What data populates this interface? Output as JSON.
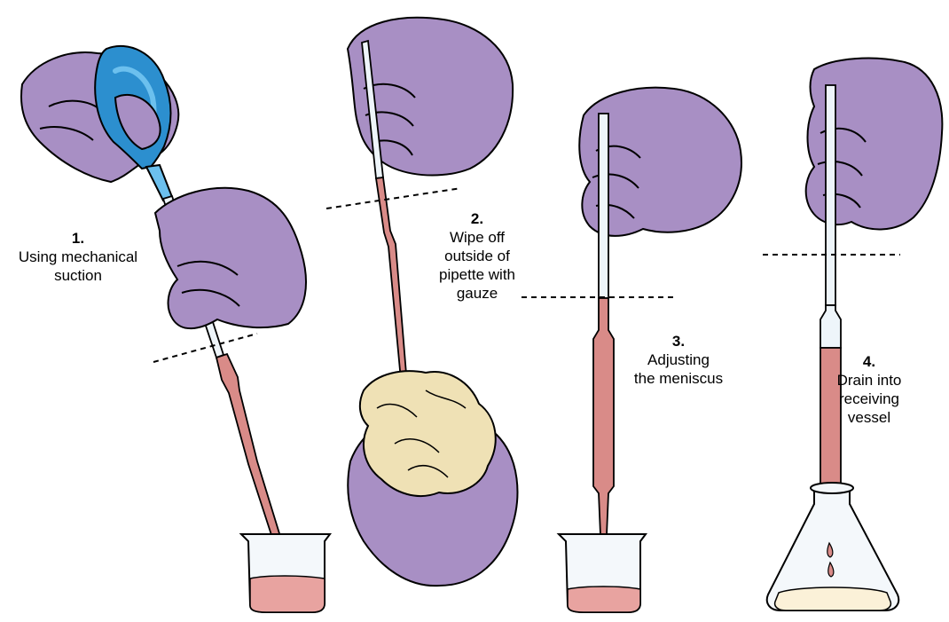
{
  "steps": [
    {
      "number": "1.",
      "text": "Using mechanical\nsuction"
    },
    {
      "number": "2.",
      "text": "Wipe off\noutside of\npipette with\ngauze"
    },
    {
      "number": "3.",
      "text": "Adjusting\nthe meniscus"
    },
    {
      "number": "4.",
      "text": "Drain into\nreceiving\nvessel"
    }
  ],
  "colors": {
    "glove": "#a88fc4",
    "glove_shadow": "#8a73aa",
    "bulb": "#2c8fcf",
    "bulb_light": "#6cc0ee",
    "liquid": "#d98b88",
    "liquid_beaker": "#e8a3a0",
    "gauze": "#efe1b5",
    "pipette_glass": "#eef5fa",
    "flask_glass": "#f4f8fb",
    "outline": "#000000"
  },
  "icons": [
    "glove-hand",
    "suction-bulb",
    "pipette",
    "beaker",
    "gauze-pad",
    "erlenmeyer-flask"
  ]
}
